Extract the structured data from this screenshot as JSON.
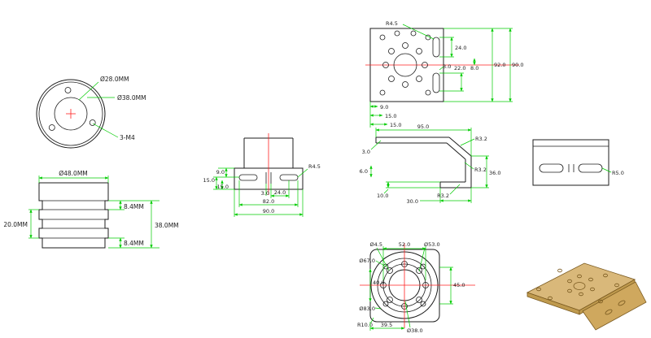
{
  "document": {
    "type": "cad-drawing-sheet",
    "background": "#ffffff"
  },
  "colors": {
    "outline": "#1c1c1c",
    "dimension": "#00cc00",
    "centerline": "#ff2020",
    "label": "#1c1c1c",
    "iso-fill": "#d9b87a",
    "iso-side": "#bf9a4e",
    "iso-flange": "#cfa85e",
    "iso-edge": "#7a5a20"
  },
  "views": {
    "flange_top": {
      "labels": {
        "dia28": "Ø28.0MM",
        "dia38": "Ø38.0MM",
        "tap": "3-M4"
      }
    },
    "hub_side": {
      "labels": {
        "dia48": "Ø48.0MM",
        "h20": "20.0MM",
        "seg84_top": "8.4MM",
        "h38": "38.0MM",
        "seg84_bot": "8.4MM"
      }
    },
    "channel_front": {
      "labels": {
        "d9": "9.0",
        "d15a": "15.0",
        "d15b": "15.0",
        "r45": "R4.5",
        "d3": "3.0",
        "d24": "24.0",
        "d82": "82.0",
        "d90": "90.0"
      }
    },
    "plate_face": {
      "labels": {
        "r45": "R4.5",
        "d24": "24.0",
        "d3": "3.0",
        "d22": "22.0",
        "d8": "8.0",
        "d92": "92.0",
        "d90": "90.0",
        "d9": "9.0",
        "d15a": "15.0",
        "d15b": "15.0"
      }
    },
    "angle_side": {
      "labels": {
        "d95": "95.0",
        "t3": "3.0",
        "r32_top": "R3.2",
        "d6": "6.0",
        "r32_mid": "R3.2",
        "d36": "36.0",
        "d10": "10.0",
        "d30": "30.0",
        "r32_bot": "R3.2"
      }
    },
    "slot_plate": {
      "labels": {
        "r5": "R5.0"
      }
    },
    "flange_bottom": {
      "labels": {
        "dia45": "Ø4.5",
        "d52": "52.0",
        "dia53": "Ø53.0",
        "dia67": "Ø67.0",
        "d40": "40.0",
        "d45": "45.0",
        "dia83": "Ø83.0",
        "r10": "R10.0",
        "d395": "39.5",
        "dia38": "Ø38.0"
      }
    }
  }
}
